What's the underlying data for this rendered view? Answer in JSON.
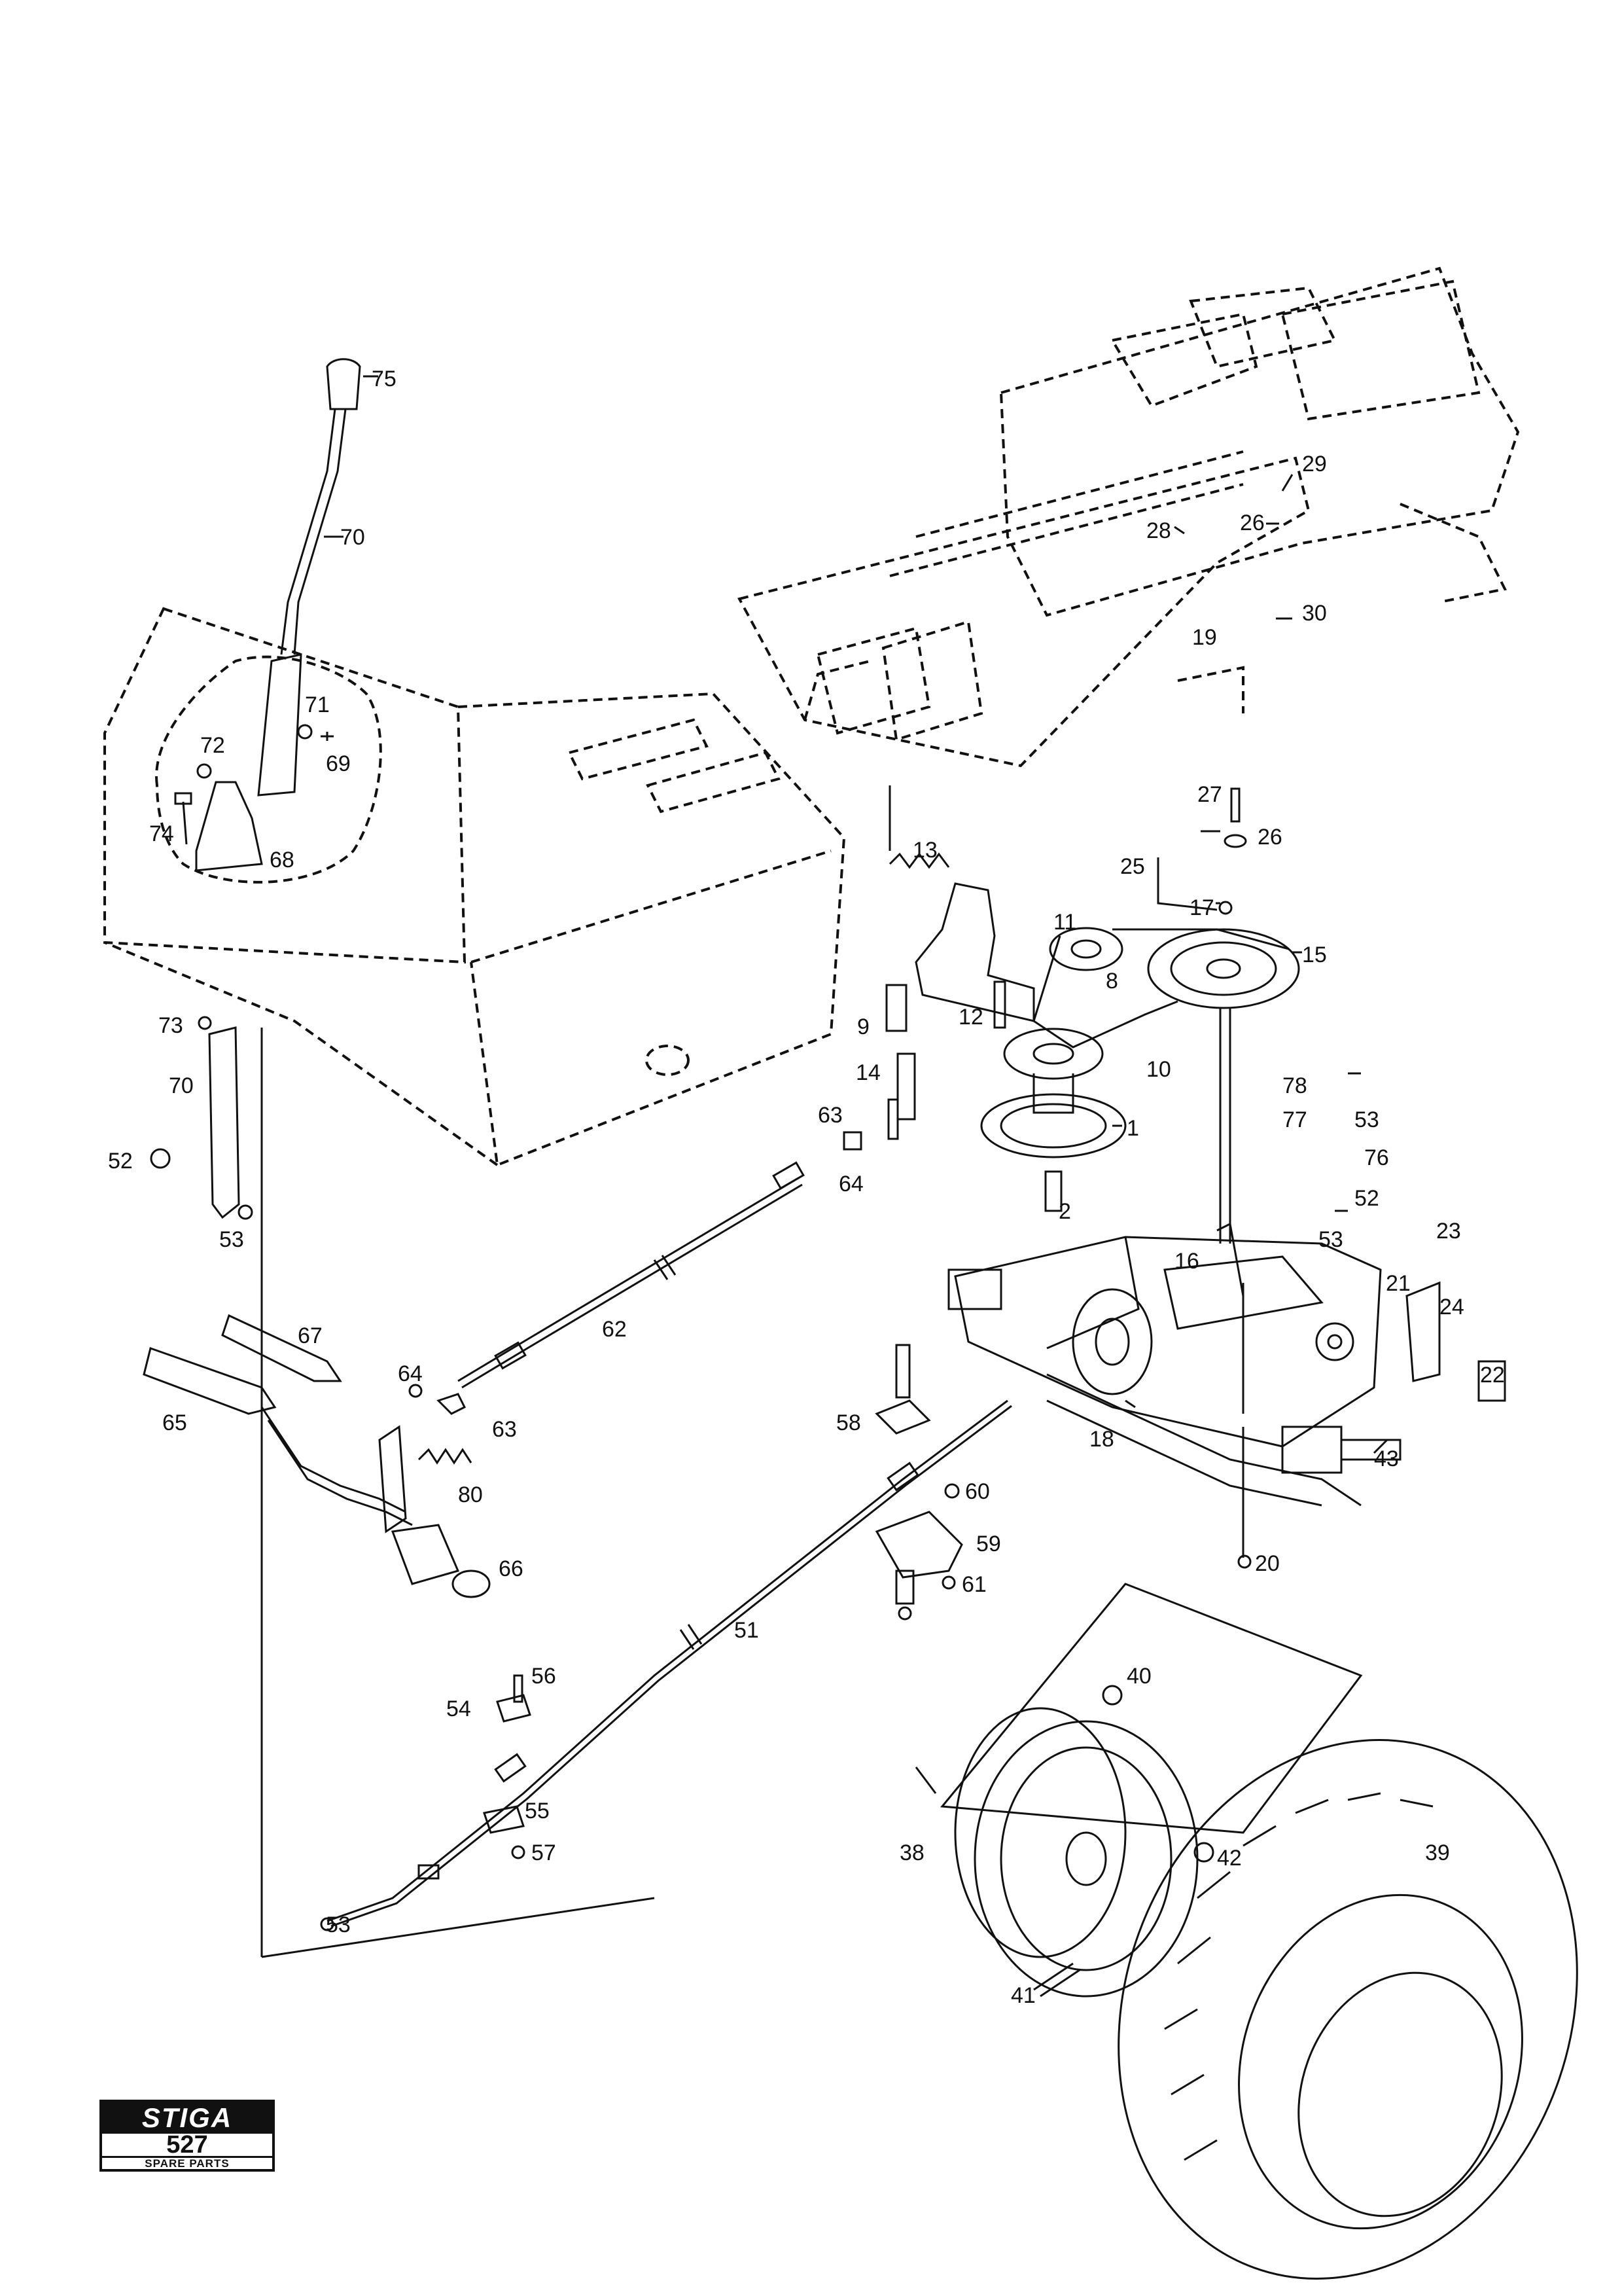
{
  "labels": [
    "75",
    "70",
    "71",
    "72",
    "69",
    "74",
    "68",
    "29",
    "28",
    "26",
    "30",
    "19",
    "13",
    "27",
    "26",
    "25",
    "17",
    "11",
    "15",
    "8",
    "9",
    "12",
    "10",
    "14",
    "1",
    "63",
    "64",
    "2",
    "78",
    "77",
    "53",
    "76",
    "52",
    "73",
    "70",
    "52",
    "53",
    "23",
    "16",
    "53",
    "21",
    "24",
    "22",
    "62",
    "67",
    "64",
    "65",
    "63",
    "80",
    "66",
    "58",
    "18",
    "43",
    "60",
    "59",
    "61",
    "20",
    "51",
    "56",
    "54",
    "40",
    "55",
    "57",
    "38",
    "42",
    "39",
    "53",
    "41"
  ],
  "logo": {
    "brand": "STIGA",
    "model": "527",
    "subtitle": "SPARE PARTS"
  }
}
